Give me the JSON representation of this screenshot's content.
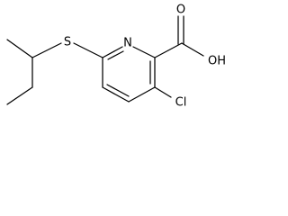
{
  "molecule": {
    "atoms": {
      "n1": "N",
      "s1": "S",
      "cl1": "Cl",
      "o1": "O",
      "oh1": "OH"
    }
  }
}
